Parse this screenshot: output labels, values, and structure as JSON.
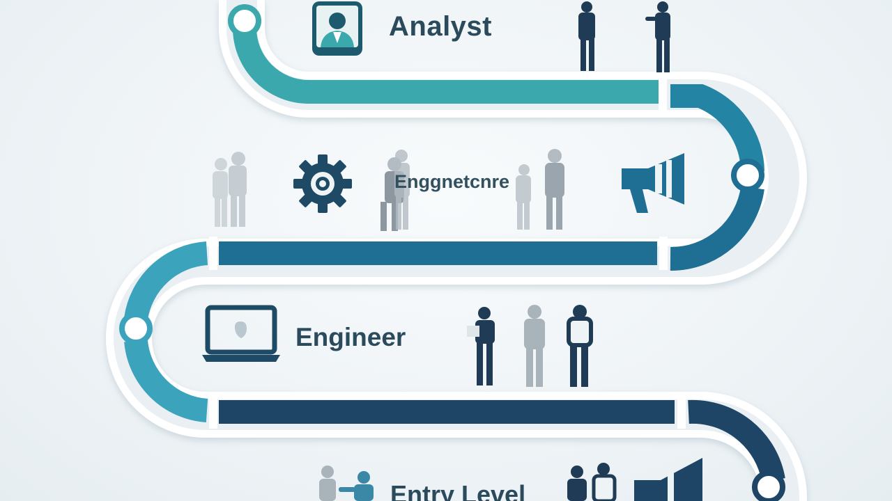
{
  "diagram": {
    "type": "career-path-roadmap",
    "stages": [
      {
        "id": "analyst",
        "label": "Analyst",
        "icon": "user-portrait-icon"
      },
      {
        "id": "engineer-level-2",
        "label": "Enggnetcnre",
        "icons": [
          "gear-icon",
          "megaphone-icon"
        ]
      },
      {
        "id": "engineer",
        "label": "Engineer",
        "icon": "laptop-icon"
      },
      {
        "id": "entry-level",
        "label": "Entry Level",
        "icon": "megaphone-icon"
      }
    ]
  },
  "colors": {
    "background": "#eef3f6",
    "teal": "#3aa8ac",
    "blue": "#1f6e93",
    "navy": "#1e4466",
    "track_border": "#ffffff",
    "figure_dark": "#1f3b55",
    "figure_light": "#b9c2c8"
  }
}
